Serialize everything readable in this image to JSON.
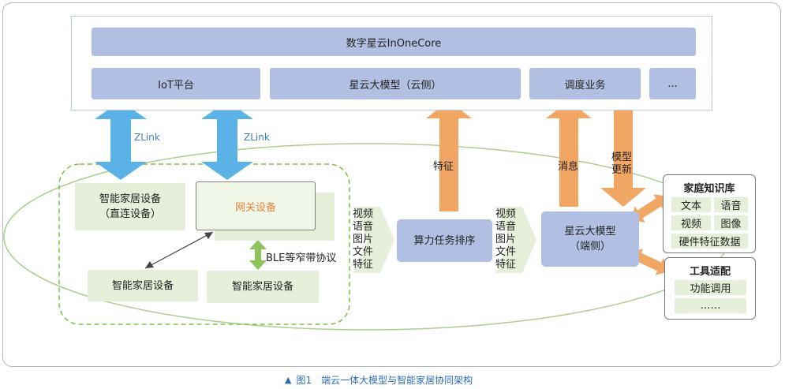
{
  "cloud": {
    "top_bar": "数字星云InOneCore",
    "modules": [
      "IoT平台",
      "星云大模型（云侧）",
      "调度业务",
      "..."
    ]
  },
  "links": {
    "zlink_left": "ZLink",
    "zlink_right": "ZLink",
    "ble": "BLE等窄带协议"
  },
  "devices": {
    "direct": "智能家居设备\n（直连设备）",
    "gateway": "网关设备",
    "device_a": "智能家居设备",
    "device_b": "智能家居设备"
  },
  "flow": {
    "inputs_left": [
      "视频",
      "语音",
      "图片",
      "文件",
      "特征"
    ],
    "scheduler": "算力任务排序",
    "inputs_right": [
      "视频",
      "语音",
      "图片",
      "文件",
      "特征"
    ],
    "edge_model": "星云大模型\n（端侧）",
    "up_feature": "特征",
    "up_message": "消息",
    "down_model_update": "模型\n更新"
  },
  "knowledge": {
    "title": "家庭知识库",
    "cells": [
      "文本",
      "语音",
      "视频",
      "图像",
      "硬件特征数据"
    ]
  },
  "tools": {
    "title": "工具适配",
    "cells": [
      "功能调用",
      "……"
    ]
  },
  "caption": {
    "marker": "▲",
    "figure": "图1",
    "text": "端云一体大模型与智能家居协同架构"
  },
  "colors": {
    "blue_arrow": "#5bb2e6",
    "orange_arrow": "#f1a664",
    "green_arrow": "#8cc35a",
    "box_blue": "#b1c0e2",
    "box_green": "#e5efd9",
    "dashed_green": "#7cbf4a"
  }
}
